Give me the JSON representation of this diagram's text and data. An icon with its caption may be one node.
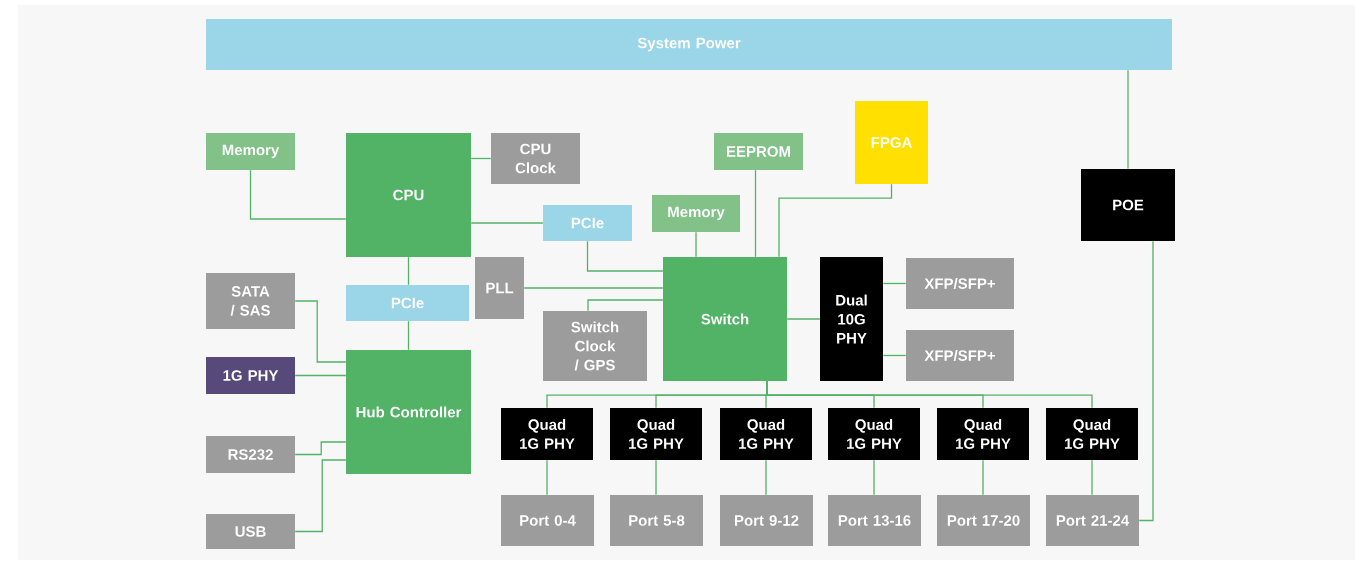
{
  "diagram": {
    "nodes": [
      {
        "text": [
          "System Power"
        ]
      },
      {
        "text": [
          "Memory"
        ]
      },
      {
        "text": [
          "CPU"
        ]
      },
      {
        "text": [
          "CPU Clock"
        ]
      },
      {
        "text": [
          "EEPROM"
        ]
      },
      {
        "text": [
          "FPGA"
        ]
      },
      {
        "text": [
          "POE"
        ]
      },
      {
        "text": [
          "PCIe"
        ]
      },
      {
        "text": [
          "Memory"
        ]
      },
      {
        "text": [
          "SATA / SAS"
        ]
      },
      {
        "text": [
          "PLL"
        ]
      },
      {
        "text": [
          "PCIe"
        ]
      },
      {
        "text": [
          "Switch"
        ]
      },
      {
        "text": [
          "Dual 10G PHY"
        ]
      },
      {
        "text": [
          "XFP/SFP+"
        ]
      },
      {
        "text": [
          "Switch Clock / GPS"
        ]
      },
      {
        "text": [
          "XFP/SFP+"
        ]
      },
      {
        "text": [
          "1G PHY"
        ]
      },
      {
        "text": [
          "Hub Controller"
        ]
      },
      {
        "text": [
          "RS232"
        ]
      },
      {
        "text": [
          "USB"
        ]
      },
      {
        "text": [
          "Quad 1G PHY"
        ]
      },
      {
        "text": [
          "Quad 1G PHY"
        ]
      },
      {
        "text": [
          "Quad 1G PHY"
        ]
      },
      {
        "text": [
          "Quad 1G PHY"
        ]
      },
      {
        "text": [
          "Quad 1G PHY"
        ]
      },
      {
        "text": [
          "Quad 1G PHY"
        ]
      },
      {
        "text": [
          "Port 0-4"
        ]
      },
      {
        "text": [
          "Port 5-8"
        ]
      },
      {
        "text": [
          "Port 9-12"
        ]
      },
      {
        "text": [
          "Port 13-16"
        ]
      },
      {
        "text": [
          "Port 17-20"
        ]
      },
      {
        "text": [
          "Port 21-24"
        ]
      }
    ],
    "edges": [
      {
        "from": 1,
        "to": 2,
        "arrow": "none"
      },
      {
        "from": 2,
        "to": 3,
        "arrow": "none"
      },
      {
        "from": 2,
        "to": 7,
        "arrow": "none"
      },
      {
        "from": 2,
        "to": 11,
        "arrow": "none"
      },
      {
        "from": 11,
        "to": 18,
        "arrow": "none"
      },
      {
        "from": 9,
        "to": 18,
        "arrow": "none"
      },
      {
        "from": 17,
        "to": 18,
        "arrow": "none"
      },
      {
        "from": 19,
        "to": 18,
        "arrow": "none"
      },
      {
        "from": 20,
        "to": 18,
        "arrow": "none"
      },
      {
        "from": 7,
        "to": 12,
        "arrow": "none"
      },
      {
        "from": 10,
        "to": 12,
        "arrow": "none"
      },
      {
        "from": 15,
        "to": 12,
        "arrow": "none"
      },
      {
        "from": 8,
        "to": 12,
        "arrow": "none"
      },
      {
        "from": 4,
        "to": 12,
        "arrow": "none"
      },
      {
        "from": 5,
        "to": 12,
        "arrow": "none"
      },
      {
        "from": 12,
        "to": 13,
        "arrow": "none"
      },
      {
        "from": 13,
        "to": 14,
        "arrow": "none"
      },
      {
        "from": 13,
        "to": 16,
        "arrow": "none"
      },
      {
        "from": 12,
        "to": 21,
        "arrow": "none"
      },
      {
        "from": 12,
        "to": 22,
        "arrow": "none"
      },
      {
        "from": 12,
        "to": 23,
        "arrow": "none"
      },
      {
        "from": 12,
        "to": 24,
        "arrow": "none"
      },
      {
        "from": 12,
        "to": 25,
        "arrow": "none"
      },
      {
        "from": 12,
        "to": 26,
        "arrow": "none"
      },
      {
        "from": 21,
        "to": 27,
        "arrow": "none"
      },
      {
        "from": 22,
        "to": 28,
        "arrow": "none"
      },
      {
        "from": 23,
        "to": 29,
        "arrow": "none"
      },
      {
        "from": 24,
        "to": 30,
        "arrow": "none"
      },
      {
        "from": 25,
        "to": 31,
        "arrow": "none"
      },
      {
        "from": 26,
        "to": 32,
        "arrow": "none"
      },
      {
        "from": 0,
        "to": 6,
        "arrow": "none"
      },
      {
        "from": 6,
        "to": 32,
        "arrow": "none"
      }
    ]
  }
}
